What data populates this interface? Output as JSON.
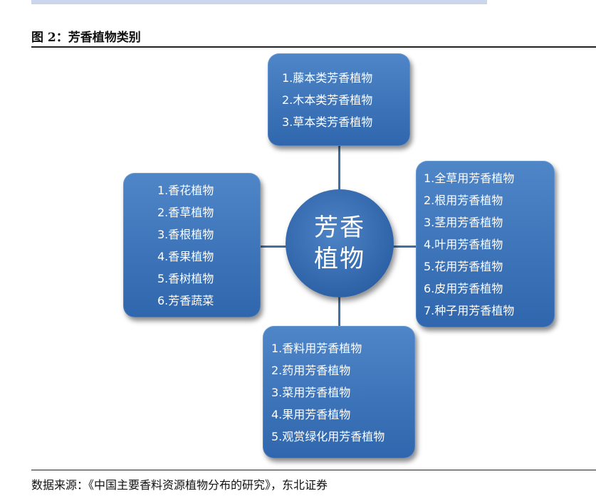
{
  "figure": {
    "title": "图 2：芳香植物类别"
  },
  "diagram": {
    "center": "芳香\n植物",
    "top": [
      "1.藤本类芳香植物",
      "2.木本类芳香植物",
      "3.草本类芳香植物"
    ],
    "left": [
      "1.香花植物",
      "2.香草植物",
      "3.香根植物",
      "4.香果植物",
      "5.香树植物",
      "6.芳香蔬菜"
    ],
    "right": [
      "1.全草用芳香植物",
      "2.根用芳香植物",
      "3.茎用芳香植物",
      "4.叶用芳香植物",
      "5.花用芳香植物",
      "6.皮用芳香植物",
      "7.种子用芳香植物"
    ],
    "bottom": [
      "1.香料用芳香植物",
      "2.药用芳香植物",
      "3.菜用芳香植物",
      "4.果用芳香植物",
      "5.观赏绿化用芳香植物"
    ]
  },
  "source": "数据来源：《中国主要香料资源植物分布的研究》，东北证券",
  "colors": {
    "box": "#3a72b8",
    "connector": "#3f6fa6",
    "text": "#ffffff"
  }
}
